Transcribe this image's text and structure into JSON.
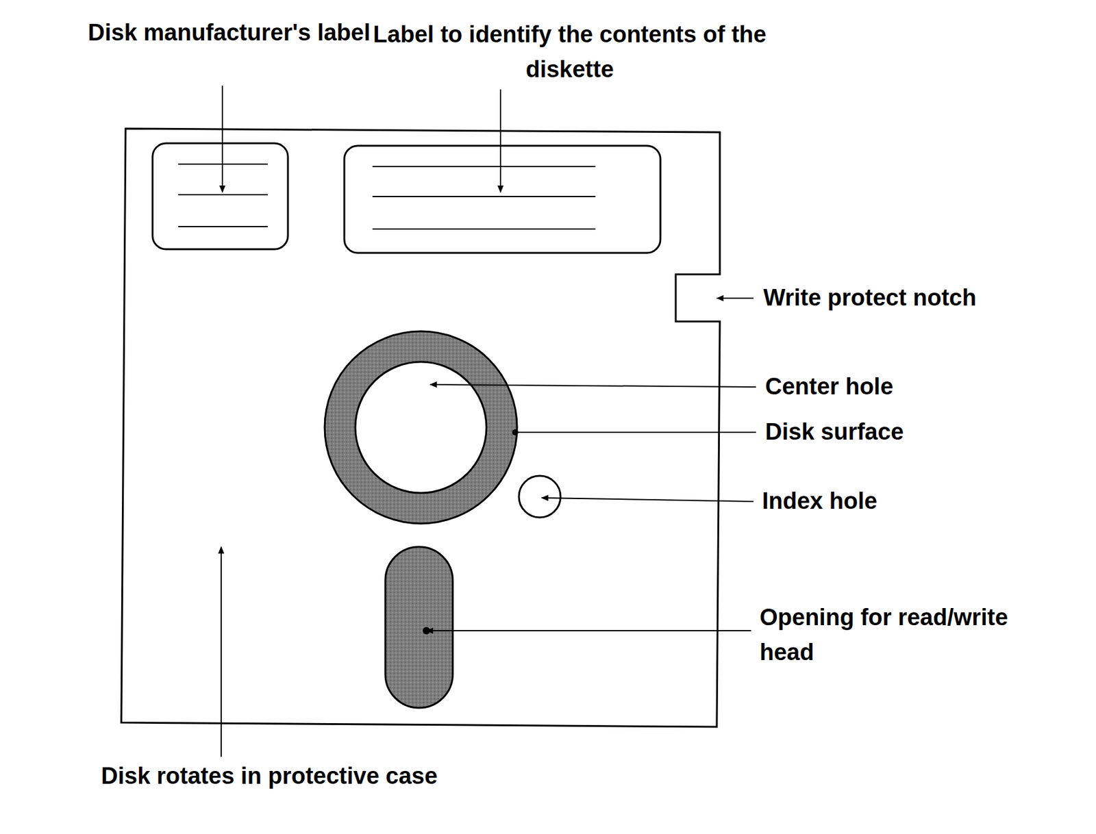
{
  "diagram": {
    "labels": [
      "Disk manufacturer's label",
      "Label to identify the contents of the diskette",
      "Write protect notch",
      "Center hole",
      "Disk surface",
      "Index hole",
      "Opening for read/write head",
      "Disk rotates in protective case"
    ]
  }
}
